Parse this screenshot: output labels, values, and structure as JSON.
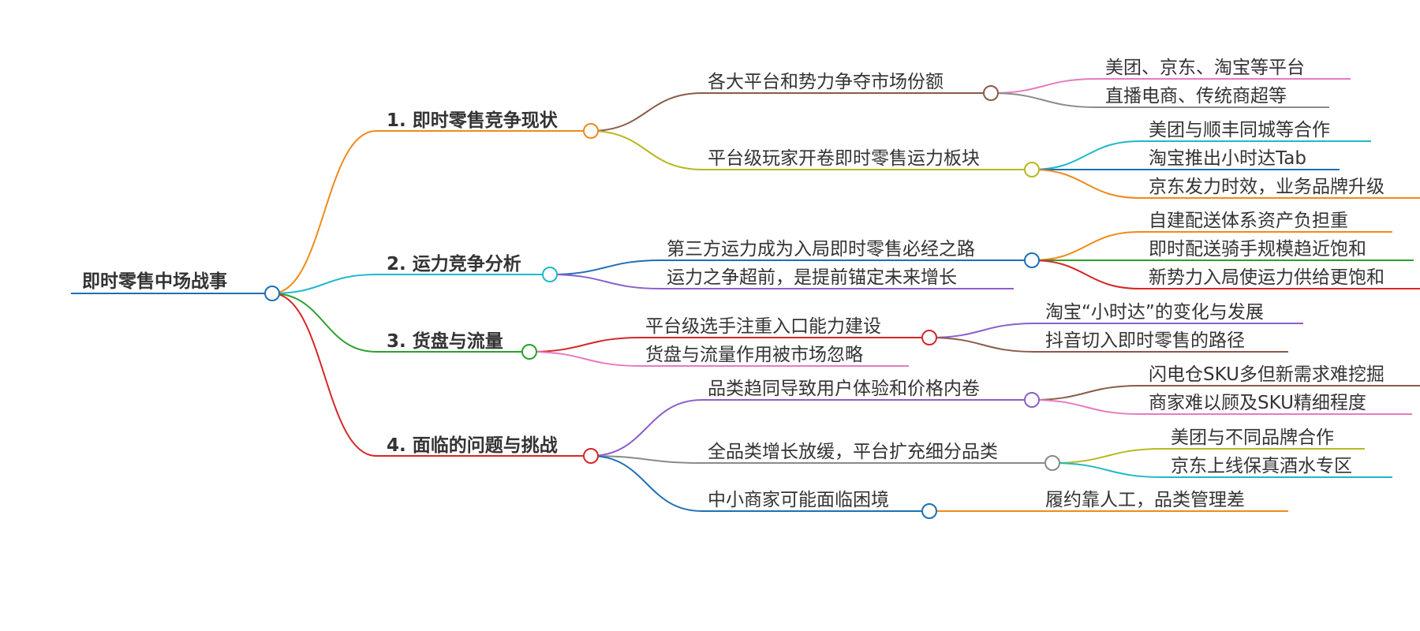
{
  "root": {
    "label": "即时零售中场战事",
    "color": "#1f6fb5"
  },
  "branches": [
    {
      "label": "1. 即时零售竞争现状",
      "color": "#f08a1c",
      "children": [
        {
          "label": "各大平台和势力争夺市场份额",
          "color": "#8b5a4a",
          "children": [
            {
              "label": "美团、京东、淘宝等平台",
              "color": "#e879c0"
            },
            {
              "label": "直播电商、传统商超等",
              "color": "#8a8a8a"
            }
          ]
        },
        {
          "label": "平台级玩家开卷即时零售运力板块",
          "color": "#b8b820",
          "children": [
            {
              "label": "美团与顺丰同城等合作",
              "color": "#1fb8c8"
            },
            {
              "label": "淘宝推出小时达Tab",
              "color": "#1f6fb5"
            },
            {
              "label": "京东发力时效，业务品牌升级",
              "color": "#f08a1c"
            }
          ]
        }
      ]
    },
    {
      "label": "2. 运力竞争分析",
      "color": "#1fb8d0",
      "children": [
        {
          "label": "第三方运力成为入局即时零售必经之路",
          "color": "#1f6fb5",
          "children": [
            {
              "label": "自建配送体系资产负担重",
              "color": "#f08a1c"
            },
            {
              "label": "即时配送骑手规模趋近饱和",
              "color": "#2ca02c"
            },
            {
              "label": "新势力入局使运力供给更饱和",
              "color": "#d62728"
            }
          ]
        },
        {
          "label": "运力之争超前，是提前锚定未来增长",
          "color": "#8c5fc8",
          "children": []
        }
      ]
    },
    {
      "label": "3. 货盘与流量",
      "color": "#2ca02c",
      "children": [
        {
          "label": "平台级选手注重入口能力建设",
          "color": "#d62728",
          "children": [
            {
              "label": "淘宝“小时达”的变化与发展",
              "color": "#8c5fc8"
            },
            {
              "label": "抖音切入即时零售的路径",
              "color": "#8b5a4a"
            }
          ]
        },
        {
          "label": "货盘与流量作用被市场忽略",
          "color": "#e879c0",
          "children": []
        }
      ]
    },
    {
      "label": "4. 面临的问题与挑战",
      "color": "#d62728",
      "children": [
        {
          "label": "品类趋同导致用户体验和价格内卷",
          "color": "#8c5fc8",
          "children": [
            {
              "label": "闪电仓SKU多但新需求难挖掘",
              "color": "#8b5a4a"
            },
            {
              "label": "商家难以顾及SKU精细程度",
              "color": "#e879c0"
            }
          ]
        },
        {
          "label": "全品类增长放缓，平台扩充细分品类",
          "color": "#8a8a8a",
          "children": [
            {
              "label": "美团与不同品牌合作",
              "color": "#b8b820"
            },
            {
              "label": "京东上线保真酒水专区",
              "color": "#1fb8c8"
            }
          ]
        },
        {
          "label": "中小商家可能面临困境",
          "color": "#1f6fb5",
          "children": [
            {
              "label": "履约靠人工，品类管理差",
              "color": "#f08a1c"
            }
          ]
        }
      ]
    }
  ]
}
